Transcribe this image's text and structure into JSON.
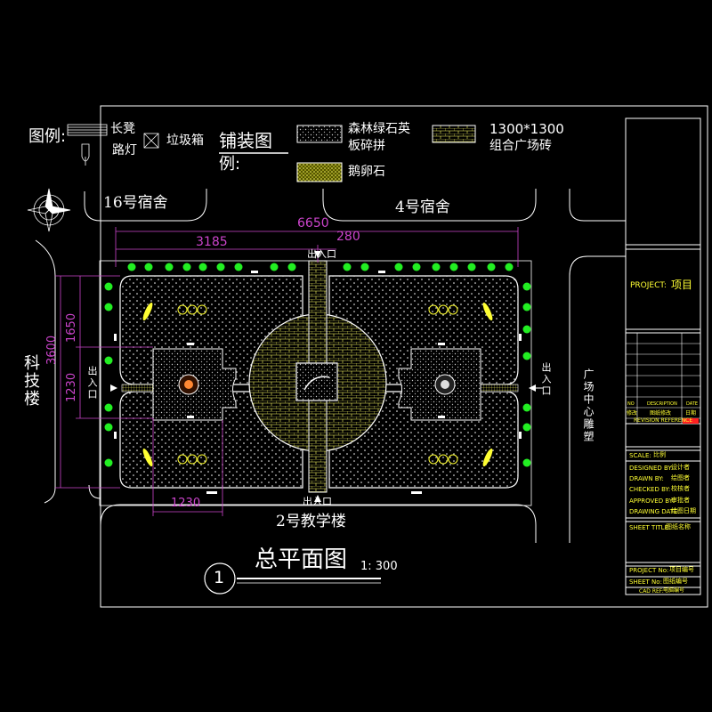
{
  "legend": {
    "title": "图例:",
    "bench": "长凳",
    "lamp": "路灯",
    "bin": "垃圾箱"
  },
  "paving": {
    "title_line1": "铺装图",
    "title_line2": "例:",
    "stone_line1": "森林绿石英",
    "stone_line2": "板碎拼",
    "brick_line1": "1300*1300",
    "brick_line2": "组合广场砖",
    "pebble": "鹅卵石"
  },
  "buildings": {
    "dorm16": "16号宿舍",
    "dorm4": "4号宿舍",
    "teaching2": "2号教学楼",
    "tech": "科技楼",
    "center": "广场中心雕塑"
  },
  "entrances": {
    "top": "出入口",
    "bottom": "出入口",
    "left": "出入口",
    "right": "出入口"
  },
  "dimensions": {
    "total_width": "6650",
    "left_half": "3185",
    "path_width": "280",
    "total_height": "3600",
    "upper": "1650",
    "mid": "1230",
    "bottom_offset": "1230"
  },
  "drawing_title": {
    "number": "1",
    "name": "总平面图",
    "scale": "1: 300"
  },
  "title_block": {
    "project_label": "PROJECT:",
    "project_value": "项目",
    "rev_no": "NO",
    "rev_desc": "DESCRIPTION",
    "rev_date": "DATE",
    "rev_no_val": "修改",
    "rev_desc_val": "图纸修改",
    "rev_date_val": "日期",
    "revision_ref": "REVISION REFERENCE",
    "scale_label": "SCALE:",
    "scale_value": "比例",
    "designed_label": "DESIGNED BY:",
    "designed_value": "设计者",
    "drawn_label": "DRAWN BY:",
    "drawn_value": "绘图者",
    "checked_label": "CHECKED BY:",
    "checked_value": "校核者",
    "approved_label": "APPROVED BY:",
    "approved_value": "审批者",
    "date_label": "DRAWING DATE:",
    "date_value": "绘图日期",
    "sheet_title_label": "SHEET TITLE:",
    "sheet_title_value": "图纸名称",
    "project_no_label": "PROJECT No:",
    "project_no_value": "项目编号",
    "sheet_no_label": "SHEET No:",
    "sheet_no_value": "图纸编号",
    "cad_ref_label": "CAD REF:",
    "cad_ref_value": "电脑编号"
  },
  "colors": {
    "background": "#000000",
    "lines": "#ffffff",
    "text_yellow": "#ffff33",
    "dimension": "#cc44cc",
    "trees": "#33ff33",
    "accent_red": "#ff2020"
  }
}
